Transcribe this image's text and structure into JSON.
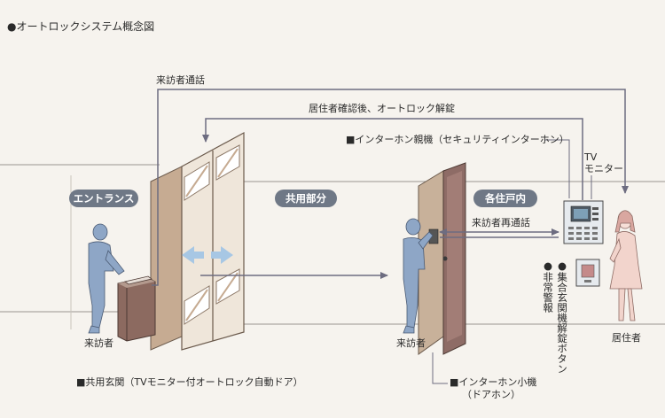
{
  "title": "●オートロックシステム概念図",
  "zones": {
    "entrance": "エントランス",
    "common": "共用部分",
    "units": "各住戸内"
  },
  "flows": {
    "visitor_call": "来訪者通話",
    "resident_unlock": "居住者確認後、オートロック解錠",
    "visitor_recall": "来訪者再通話"
  },
  "labels": {
    "master_unit": "■インターホン親機（セキュリティインターホン）",
    "tv_monitor_line1": "TV",
    "tv_monitor_line2": "モニター",
    "visitor_entrance": "来訪者",
    "visitor_door": "来訪者",
    "resident": "居住者",
    "common_entrance": "■共用玄関（TVモニター付オートロック自動ドア）",
    "sub_unit_line1": "■インターホン小機",
    "sub_unit_line2": "（ドアホン）",
    "unlock_button": "●集合玄関機解錠ボタン",
    "alarm": "●非常警報"
  },
  "colors": {
    "background": "#f6f3ee",
    "arrow": "#6d6c80",
    "zone_pill": "#6f7886",
    "person": "#8ea6c6",
    "door_panel": "#c8b19a",
    "door_dark": "#8e6c66",
    "slide_arrow": "#a7c7e4"
  }
}
